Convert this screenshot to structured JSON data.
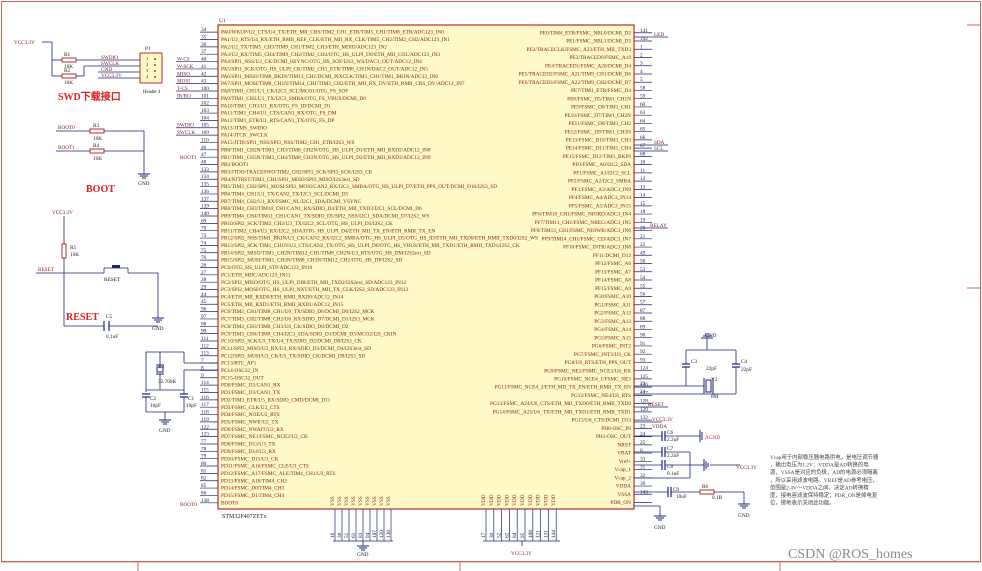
{
  "chip": {
    "designator": "U1",
    "part_name": "STM32F407ZETx",
    "left_pins": [
      {
        "num": "34",
        "name": "PA0/WKUP/U2_CTS/U4_TX/ETH_MII_CRS/TIM2_CH1_ETR/TIM5_CH1/TIM8_ETR/ADC123_IN0"
      },
      {
        "num": "35",
        "name": "PA1/U2_RTS/U4_RX/ETH_RMII_REF_CLK/ETH_MII_RX_CLK/TIM5_CH2/TIM2_CH2/ADC123_IN1"
      },
      {
        "num": "36",
        "name": "PA2/U2_TX/TIM5_CH3/TIM9_CH1/TIM2_CH3/ETH_MDIO/ADC123_IN2"
      },
      {
        "num": "37",
        "name": "PA3/U2_RX/TIM5_CH4/TIM9_CH2/TIM2_CH4/OTG_HS_ULPI_D0/ETH_MII_COL/ADC123_IN3"
      },
      {
        "num": "40",
        "name": "PA4/SPI1_NSS/U2_CK/DCMI_HSYNC/OTG_HS_SOF/I2S3_WS/DAC1_OUT/ADC12_IN4"
      },
      {
        "num": "41",
        "name": "PA5/SPI1_SCK/OTG_HS_ULPI_CK/TIM2_CH1_ETR/TIM8_CH1N/DAC2_OUT/ADC12_IN5"
      },
      {
        "num": "42",
        "name": "PA6/SPI1_MISO/TIM8_BKIN/TIM13_CH1/DCMI_PIXCLK/TIM3_CH1/TIM1_BKIN/ADC12_IN6"
      },
      {
        "num": "43",
        "name": "PA7/SPI1_MOSI/TIM8_CH1N/TIM14_CH1/TIM3_CH2/ETH_MII_RX_DV/ETH_RMII_CRS_DV/ADC12_IN7"
      },
      {
        "num": "100",
        "name": "PA8/TIM1_CH1/U1_CK/I2C3_SCL/MCO1/OTG_FS_SOF"
      },
      {
        "num": "101",
        "name": "PA9/TIM1_CH2/U1_TX/I2C3_SMBA/OTG_FS_VBUS/DCMI_D0"
      },
      {
        "num": "102",
        "name": "PA10/TIM1_CH3/U1_RX/OTG_FS_ID/DCMI_D1"
      },
      {
        "num": "103",
        "name": "PA11/TIM1_CH4/U1_CTS/CAN1_RX/OTG_FS_DM"
      },
      {
        "num": "104",
        "name": "PA12/TIM1_ETR/U1_RTS/CAN1_TX/OTG_FS_DP"
      },
      {
        "num": "105",
        "name": "PA13/JTMS_SWDIO"
      },
      {
        "num": "109",
        "name": "PA14/JTCK_SWCLK"
      },
      {
        "num": "110",
        "name": "PA15/JTDI/SPI1_NSS/SPI3_NSS/TIM2_CH1_ETR/I2S3_WS"
      },
      {
        "num": "46",
        "name": "PB0/TIM1_CH2N/TIM3_CH3/TIM8_CH2N/OTG_HS_ULPI_D1/ETH_MII_RXD2/ADC12_IN8"
      },
      {
        "num": "47",
        "name": "PB1/TIM1_CH3N/TIM3_CH4/TIM8_CH3N/OTG_HS_ULPI_D2/ETH_MII_RXD3/ADC12_IN9"
      },
      {
        "num": "48",
        "name": "PB2/BOOT1"
      },
      {
        "num": "133",
        "name": "PB3/JTDO/TRACESWO/TIM2_CH2/SPI1_SCK/SPI3_SCK/I2S3_CK"
      },
      {
        "num": "134",
        "name": "PB4/NJTRST/TIM3_CH1/SPI1_MISO/SPI3_MISO/I2S3ext_SD"
      },
      {
        "num": "135",
        "name": "PB5/TIM3_CH2/SPI1_MOSI/SPI3_MOSI/CAN2_RX/I2C1_SMBA/OTG_HS_ULPI_D7/ETH_PPS_OUT/DCMI_D10/I2S3_SD"
      },
      {
        "num": "136",
        "name": "PB6/TIM4_CH1/U1_TX/CAN2_TX/I2C1_SCL/DCMI_D5"
      },
      {
        "num": "137",
        "name": "PB7/TIM4_CH2/U1_RX/FSMC_NL/I2C1_SDA/DCMI_VSYNC"
      },
      {
        "num": "139",
        "name": "PB8/TIM4_CH3/TIM10_CH1/CAN1_RX/SDIO_D4/ETH_MII_TXD3/I2C1_SCL/DCMI_D6"
      },
      {
        "num": "140",
        "name": "PB9/TIM4_CH4/TIM11_CH1/CAN1_TX/SDIO_D5/SPI2_NSS/I2C1_SDA/DCMI_D7/I2S2_WS"
      },
      {
        "num": "69",
        "name": "PB10/SPI2_SCK/TIM2_CH3/U3_TX/I2C2_SCL/OTG_HS_ULPI_D3/I2S2_CK"
      },
      {
        "num": "70",
        "name": "PB11/TIM2_CH4/U3_RX/I2C2_SDA/OTG_HS_ULPI_D4/ETH_MII_TX_EN/ETH_RMII_TX_EN"
      },
      {
        "num": "73",
        "name": "PB12/SPI2_NSS/TIM1_BKIN/U3_CK/CAN2_RX/I2C2_SMBA/OTG_HS_ULPI_D5/OTG_HS_ID/ETH_MII_TXD0/ETH_RMII_TXD0/I2S2_WS"
      },
      {
        "num": "74",
        "name": "PB13/SPI2_SCK/TIM1_CH1N/U3_CTS/CAN2_TX/OTG_HS_ULPI_D6/OTG_HS_VBUS/ETH_MII_TXD1/ETH_RMII_TXD1/I2S2_CK"
      },
      {
        "num": "75",
        "name": "PB14/SPI2_MISO/TIM1_CH2N/TIM12_CH1/TIM8_CH2N/U3_RTS/OTG_HS_DM/I2S2ext_SD"
      },
      {
        "num": "76",
        "name": "PB15/SPI2_MOSI/TIM1_CH3N/TIM8_CH3N/TIM12_CH2/OTG_HS_DP/I2S2_SD"
      },
      {
        "num": "26",
        "name": "PC0/OTG_HS_ULPI_STP/ADC123_IN10"
      },
      {
        "num": "27",
        "name": "PC1/ETH_MDC/ADC123_IN11"
      },
      {
        "num": "28",
        "name": "PC2/SPI2_MISO/OTG_HS_ULPI_DIR/ETH_MII_TXD2/I2S2ext_SD/ADC123_IN12"
      },
      {
        "num": "29",
        "name": "PC3/SPI2_MOSI/OTG_HS_ULPI_NXT/ETH_MII_TX_CLK/I2S2_SD/ADC123_IN13"
      },
      {
        "num": "44",
        "name": "PC4/ETH_MII_RXD0/ETH_RMII_RXD0/ADC12_IN14"
      },
      {
        "num": "45",
        "name": "PC5/ETH_MII_RXD1/ETH_RMII_RXD1/ADC12_IN15"
      },
      {
        "num": "96",
        "name": "PC6/TIM3_CH1/TIM8_CH1/U6_TX/SDIO_D6/DCMI_D0/I2S2_MCK"
      },
      {
        "num": "97",
        "name": "PC7/TIM3_CH2/TIM8_CH2/U6_RX/SDIO_D7/DCMI_D1/I2S3_MCK"
      },
      {
        "num": "98",
        "name": "PC8/TIM3_CH3/TIM8_CH3/U6_CK/SDIO_D0/DCMI_D2"
      },
      {
        "num": "99",
        "name": "PC9/TIM3_CH4/TIM8_CH4/I2C3_SDA/SDIO_D1/DCMI_D3/MCO2/I2S_CKIN"
      },
      {
        "num": "111",
        "name": "PC10/SPI3_SCK/U3_TX/U4_TX/SDIO_D2/DCMI_D8/I2S3_CK"
      },
      {
        "num": "112",
        "name": "PC11/SPI3_MISO/U3_RX/U4_RX/SDIO_D3/DCMI_D4/I2S3ext_SD"
      },
      {
        "num": "113",
        "name": "PC12/SPI3_MOSI/U3_CK/U5_TX/SDIO_CK/DCMI_D9/I2S3_SD"
      },
      {
        "num": "7",
        "name": "PC13/RTC_AF1"
      },
      {
        "num": "8",
        "name": "PC14-OSC32_IN"
      },
      {
        "num": "9",
        "name": "PC15-OSC32_OUT"
      },
      {
        "num": "114",
        "name": "PD0/FSMC_D2/CAN1_RX"
      },
      {
        "num": "115",
        "name": "PD1/FSMC_D3/CAN1_TX"
      },
      {
        "num": "116",
        "name": "PD2/TIM3_ETR/U5_RX/SDIO_CMD/DCMI_D11"
      },
      {
        "num": "117",
        "name": "PD3/FSMC_CLK/U2_CTS"
      },
      {
        "num": "118",
        "name": "PD4/FSMC_NOE/U2_RTS"
      },
      {
        "num": "119",
        "name": "PD5/FSMC_NWE/U2_TX"
      },
      {
        "num": "122",
        "name": "PD6/FSMC_NWAIT/U2_RX"
      },
      {
        "num": "123",
        "name": "PD7/FSMC_NE1/FSMC_NCE2/U2_CK"
      },
      {
        "num": "77",
        "name": "PD8/FSMC_D13/U3_TX"
      },
      {
        "num": "78",
        "name": "PD9/FSMC_D14/U3_RX"
      },
      {
        "num": "79",
        "name": "PD10/FSMC_D15/U3_CK"
      },
      {
        "num": "80",
        "name": "PD11/FSMC_A16/FSMC_CLE/U3_CTS"
      },
      {
        "num": "81",
        "name": "PD12/FSMC_A17/FSMC_ALE/TIM4_CH1/U3_RTS"
      },
      {
        "num": "82",
        "name": "PD13/FSMC_A18/TIM4_CH2"
      },
      {
        "num": "85",
        "name": "PD14/FSMC_D0/TIM4_CH3"
      },
      {
        "num": "86",
        "name": "PD15/FSMC_D1/TIM4_CH4"
      },
      {
        "num": "138",
        "name": "BOOT0"
      }
    ],
    "right_pins": [
      {
        "num": "141",
        "name": "PE0/TIM4_ETR/FSMC_NBL0/DCMI_D2"
      },
      {
        "num": "142",
        "name": "PE1/FSMC_NBL1/DCMI_D3"
      },
      {
        "num": "1",
        "name": "PE2/TRACECLK/FSMC_A23/ETH_MII_TXD3"
      },
      {
        "num": "2",
        "name": "PE3/TRACED0/FSMC_A19"
      },
      {
        "num": "3",
        "name": "PE4/TRACED1/FSMC_A20/DCMI_D4"
      },
      {
        "num": "4",
        "name": "PE5/TRACED2/FSMC_A21/TIM9_CH1/DCMI_D6"
      },
      {
        "num": "5",
        "name": "PE6/TRACED3/FSMC_A22/TIM9_CH2/DCMI_D7"
      },
      {
        "num": "58",
        "name": "PE7/TIM1_ETR/FSMC_D4"
      },
      {
        "num": "59",
        "name": "PE8/FSMC_D5/TIM1_CH1N"
      },
      {
        "num": "60",
        "name": "PE9/FSMC_D6/TIM1_CH1"
      },
      {
        "num": "63",
        "name": "PE10/FSMC_D7/TIM1_CH2N"
      },
      {
        "num": "64",
        "name": "PE11/FSMC_D8/TIM1_CH2"
      },
      {
        "num": "65",
        "name": "PE12/FSMC_D9/TIM1_CH3N"
      },
      {
        "num": "66",
        "name": "PE13/FSMC_D10/TIM1_CH3"
      },
      {
        "num": "67",
        "name": "PE14/FSMC_D11/TIM1_CH4"
      },
      {
        "num": "68",
        "name": "PE15/FSMC_D12/TIM1_BKIN"
      },
      {
        "num": "10",
        "name": "PF0/FSMC_A0/I2C2_SDA"
      },
      {
        "num": "11",
        "name": "PF1/FSMC_A1/I2C2_SCL"
      },
      {
        "num": "12",
        "name": "PF2/FSMC_A2/I2C2_SMBA"
      },
      {
        "num": "13",
        "name": "PF3/FSMC_A3/ADC3_IN9"
      },
      {
        "num": "14",
        "name": "PF4/FSMC_A4/ADC3_IN14"
      },
      {
        "num": "15",
        "name": "PF5/FSMC_A5/ADC3_IN15"
      },
      {
        "num": "18",
        "name": "PF6/TIM10_CH1/FSMC_NIORD/ADC3_IN4"
      },
      {
        "num": "19",
        "name": "PF7/TIM11_CH1/FSMC_NREG/ADC3_IN5"
      },
      {
        "num": "20",
        "name": "PF8/TIM13_CH1/FSMC_NIOWR/ADC3_IN6"
      },
      {
        "num": "21",
        "name": "PF9/TIM14_CH1/FSMC_CD/ADC3_IN7"
      },
      {
        "num": "22",
        "name": "PF10/FSMC_INTR/ADC3_IN8"
      },
      {
        "num": "49",
        "name": "PF11/DCMI_D12"
      },
      {
        "num": "50",
        "name": "PF12/FSMC_A6"
      },
      {
        "num": "53",
        "name": "PF13/FSMC_A7"
      },
      {
        "num": "54",
        "name": "PF14/FSMC_A8"
      },
      {
        "num": "55",
        "name": "PF15/FSMC_A9"
      },
      {
        "num": "56",
        "name": "PG0/FSMC_A10"
      },
      {
        "num": "57",
        "name": "PG1/FSMC_A11"
      },
      {
        "num": "87",
        "name": "PG2/FSMC_A12"
      },
      {
        "num": "88",
        "name": "PG3/FSMC_A13"
      },
      {
        "num": "89",
        "name": "PG4/FSMC_A14"
      },
      {
        "num": "90",
        "name": "PG5/FSMC_A15"
      },
      {
        "num": "91",
        "name": "PG6/FSMC_INT2"
      },
      {
        "num": "92",
        "name": "PG7/FSMC_INT3/U6_CK"
      },
      {
        "num": "93",
        "name": "PG8/U6_RTS/ETH_PPS_OUT"
      },
      {
        "num": "124",
        "name": "PG9/FSMC_NE2/FSMC_NCE3/U6_RX"
      },
      {
        "num": "125",
        "name": "PG10/FSMC_NCE4_1/FSMC_NE3"
      },
      {
        "num": "126",
        "name": "PG11/FSMC_NCE4_2/ETH_MII_TX_EN/ETH_RMII_TX_EN"
      },
      {
        "num": "127",
        "name": "PG12/FSMC_NE4/U6_RTS"
      },
      {
        "num": "128",
        "name": "PG13/FSMC_A24/U6_CTS/ETH_MII_TXD0/ETH_RMII_TXD0"
      },
      {
        "num": "129",
        "name": "PG14/FSMC_A25/U6_TX/ETH_MII_TXD1/ETH_RMII_TXD1"
      },
      {
        "num": "132",
        "name": "PG15/U6_CTS/DCMI_D13"
      },
      {
        "num": "23",
        "name": "PH0-OSC_IN"
      },
      {
        "num": "24",
        "name": "PH1-OSC_OUT"
      },
      {
        "num": "25",
        "name": "NRST"
      },
      {
        "num": "6",
        "name": "VBAT"
      },
      {
        "num": "33",
        "name": "Vref+"
      },
      {
        "num": "31",
        "name": "Vcap_1"
      },
      {
        "num": "32",
        "name": "Vcap_2"
      },
      {
        "num": "30",
        "name": "VDDA"
      },
      {
        "num": "143",
        "name": "VSSA"
      },
      {
        "num": "",
        "name": "PDR_ON"
      }
    ],
    "bottom_left_pins": [
      {
        "num": "16",
        "name": "VSS"
      },
      {
        "num": "38",
        "name": "VSS"
      },
      {
        "num": "51",
        "name": "VSS"
      },
      {
        "num": "61",
        "name": "VSS"
      },
      {
        "num": "83",
        "name": "VSS"
      },
      {
        "num": "94",
        "name": "VSS"
      },
      {
        "num": "107",
        "name": "VSS"
      },
      {
        "num": "120",
        "name": "VSS"
      },
      {
        "num": "130",
        "name": "VSS"
      }
    ],
    "bottom_right_pins": [
      {
        "num": "17",
        "name": "VDD"
      },
      {
        "num": "39",
        "name": "VDD"
      },
      {
        "num": "52",
        "name": "VDD"
      },
      {
        "num": "62",
        "name": "VDD"
      },
      {
        "num": "84",
        "name": "VDD"
      },
      {
        "num": "95",
        "name": "VDD"
      },
      {
        "num": "108",
        "name": "VDD"
      },
      {
        "num": "121",
        "name": "VDD"
      },
      {
        "num": "131",
        "name": "VDD"
      },
      {
        "num": "144",
        "name": "VDD"
      }
    ]
  },
  "left_nets": {
    "pa": [
      "",
      "",
      "",
      "",
      "W-CS",
      "W-SCK",
      "MISO",
      "MOSI",
      "T-CS",
      "IR/RO",
      "",
      "",
      "",
      "SWDIO",
      "SWCLK",
      ""
    ],
    "boot1": "BOOT1",
    "boot0": "BOOT0"
  },
  "right_nets": {
    "pe2": "LED",
    "pf0": "SDA",
    "pf1": "SCL",
    "pb12": "RELAY"
  },
  "swd": {
    "vcc": "VCC3.3V",
    "r1": {
      "ref": "R1",
      "value": "10K"
    },
    "r2": {
      "ref": "R2",
      "value": "10K"
    },
    "header_ref": "P1",
    "header_name": "Header 4",
    "pins": [
      "1",
      "2",
      "3",
      "4"
    ],
    "nets": [
      "SWDIO",
      "SWCLK",
      "GND",
      "VCC3.3V"
    ],
    "label": "SWD下载接口"
  },
  "boot": {
    "nets": [
      "BOOT0",
      "BOOT1"
    ],
    "r3": {
      "ref": "R3",
      "value": "10K"
    },
    "r4": {
      "ref": "R4",
      "value": "10K"
    },
    "gnd": "GND",
    "label": "BOOT"
  },
  "reset": {
    "vcc": "VCC3.3V",
    "r5": {
      "ref": "R5",
      "value": "10K"
    },
    "net": "RESET",
    "sw_ref": "RESET",
    "c5": {
      "ref": "C5",
      "value": "0.1uF"
    },
    "gnd": "GND",
    "label": "RESET"
  },
  "osc32": {
    "y1": {
      "ref": "Y1",
      "value": "32.768K"
    },
    "c2": {
      "ref": "C2",
      "value": "10pF"
    },
    "c1": {
      "ref": "C1",
      "value": "10pF"
    },
    "gnd": "GND"
  },
  "osc8m": {
    "gnd": "GND",
    "c3": {
      "ref": "C3",
      "value": "22pF"
    },
    "c4": {
      "ref": "C4",
      "value": "22pF"
    },
    "y2": {
      "ref": "Y2",
      "value": "8M"
    },
    "osc_pins": [
      "23",
      "24"
    ],
    "reset_net": "RESET"
  },
  "power": {
    "vref_net": "VCC3.3V",
    "vdda_net": "VDDA",
    "cap1": {
      "ref": "C6",
      "value": "2.2uF"
    },
    "cap2": {
      "ref": "C7",
      "value": "2.2uF"
    },
    "c8": {
      "ref": "C8",
      "value": "0.1uF"
    },
    "c9": {
      "ref": "C9",
      "value": "10uF"
    },
    "r_pdr": {
      "ref": "R6",
      "value": "0.1R"
    },
    "vcc": "VCC3.3V",
    "gnd": "GND",
    "agnd": "AGND",
    "bottom_vcc": "VCC3.3V",
    "bottom_gnd": "GND"
  },
  "note": "Vcap用于内部稳压器电路供电，是电压调节器，输出电压为1.2V；VDDA是AD转换的电源，VSSA是对应的负极；AD的电源必须隔离，所以采用滤波电路。VREF是AD参考电压，范围是2.4V～VDDA之间，决定AD转换精度，接电容滤波保持稳定；PDR_ON是掉电复位，接地表示关闭此功能。",
  "watermark": "CSDN @ROS_homes"
}
